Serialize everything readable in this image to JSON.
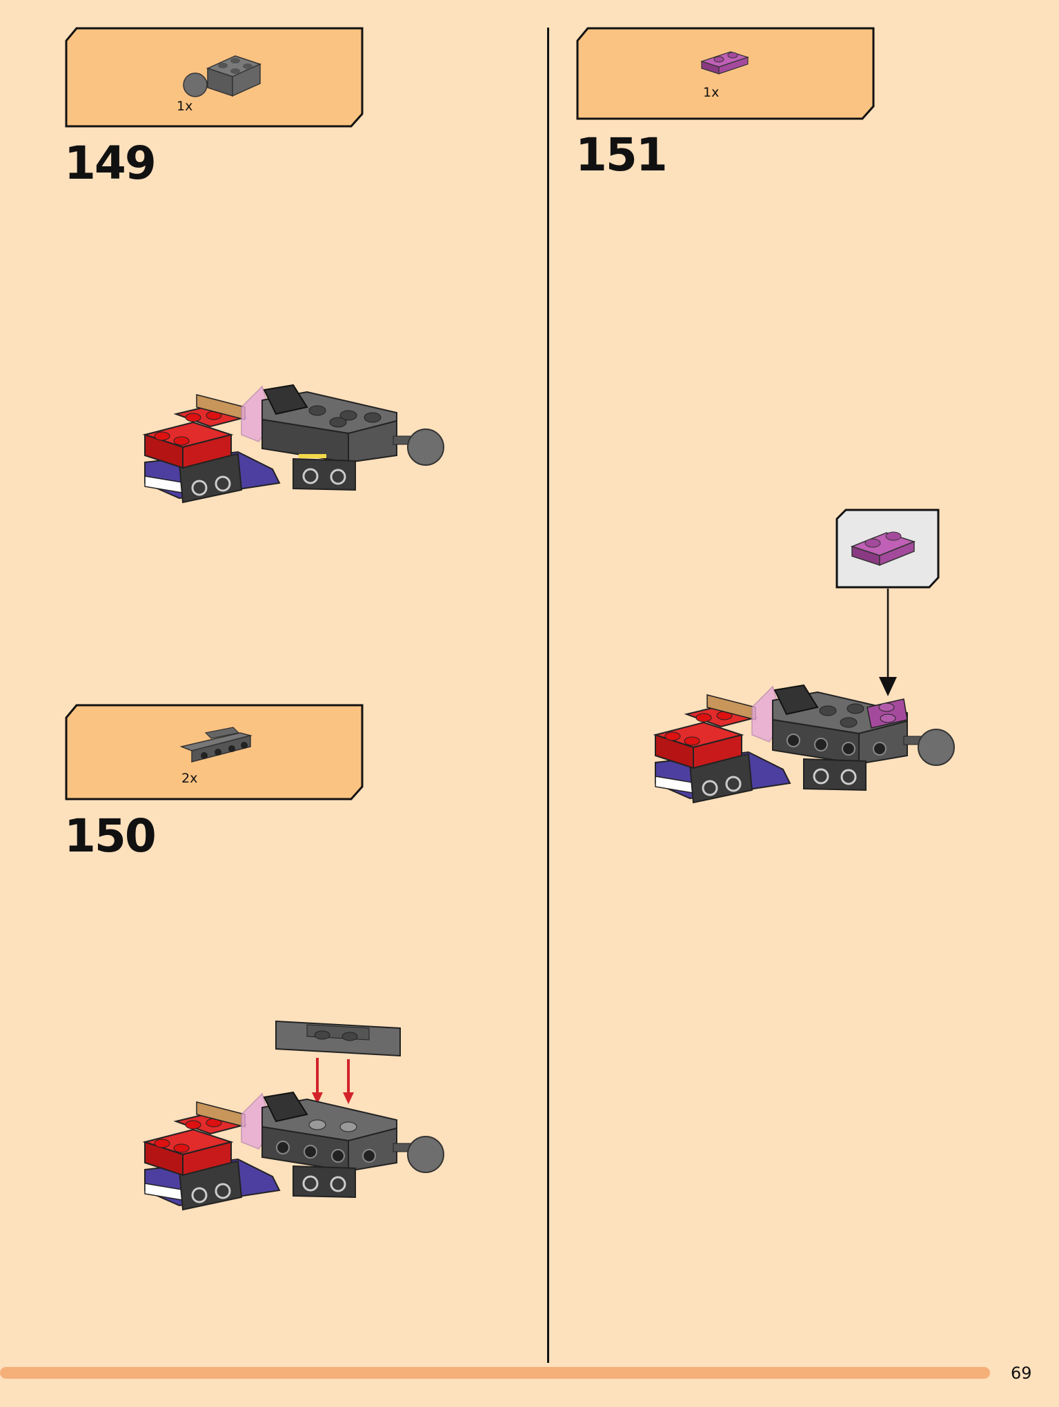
{
  "steps": [
    {
      "number": "149",
      "parts": [
        {
          "quantity": "1x",
          "part": "dark gray brick 2x2 with ball joint"
        }
      ]
    },
    {
      "number": "150",
      "parts": [
        {
          "quantity": "2x",
          "part": "dark gray bracket plate 1x2 - 1x4"
        }
      ]
    },
    {
      "number": "151",
      "parts": [
        {
          "quantity": "1x",
          "part": "magenta plate 1x2"
        }
      ]
    }
  ],
  "page_number": "69",
  "colors": {
    "background": "#fde0bc",
    "parts_box": "#fbc382",
    "callout_box": "#e8e8e8",
    "bottom_bar": "#f5b07a",
    "dark_gray": "#4a4a4a",
    "red": "#d91e1e",
    "magenta": "#a44a9c",
    "arrow_red": "#d2232a"
  }
}
